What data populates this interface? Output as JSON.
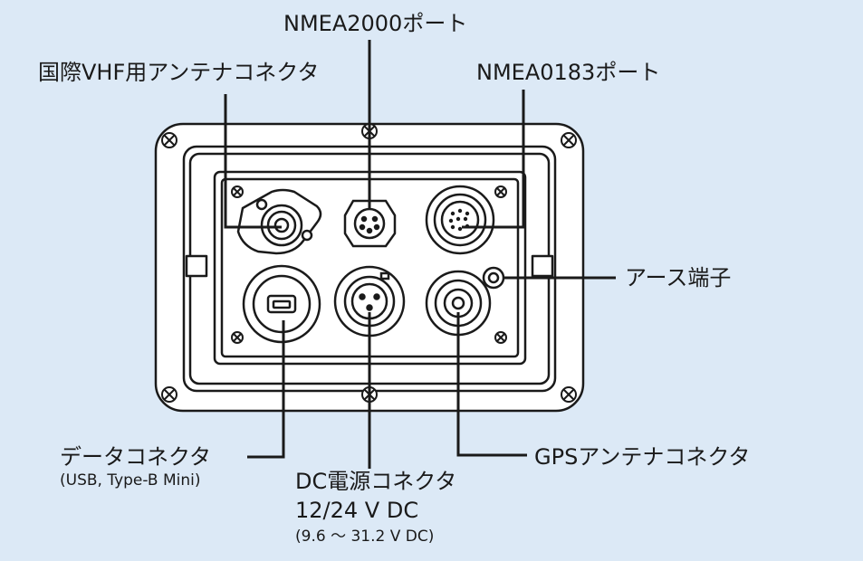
{
  "labels": {
    "nmea2000": "NMEA2000ポート",
    "vhf_antenna": "国際VHF用アンテナコネクタ",
    "nmea0183": "NMEA0183ポート",
    "ground": "アース端子",
    "data_connector": "データコネクタ",
    "data_connector_sub": "(USB, Type-B Mini)",
    "dc_connector": "DC電源コネクタ",
    "dc_voltage": "12/24 V DC",
    "dc_range": "(9.6 ～ 31.2 V DC)",
    "gps_antenna": "GPSアンテナコネクタ"
  },
  "colors": {
    "background": "#dce9f6",
    "line": "#1a1a1a",
    "panel": "#ffffff"
  }
}
